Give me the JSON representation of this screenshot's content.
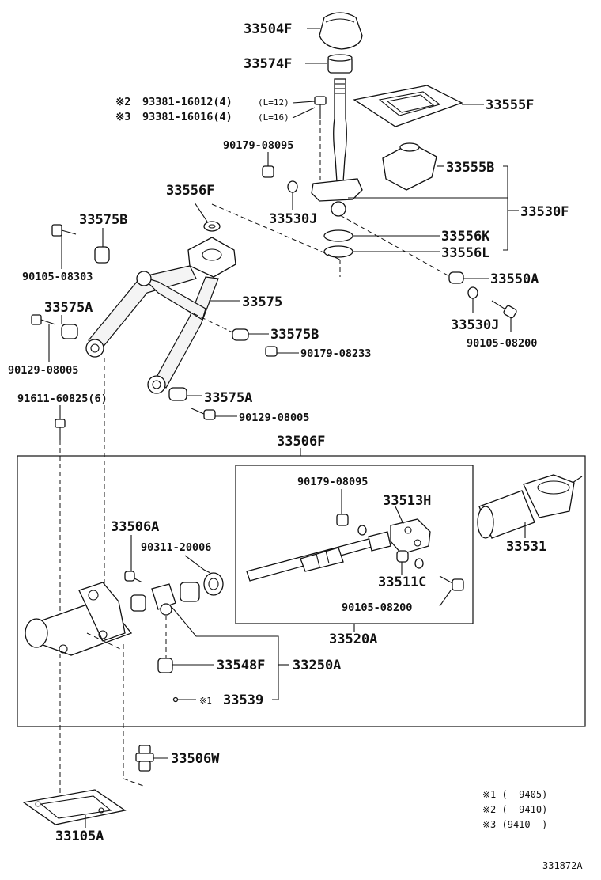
{
  "labels": {
    "p33504F": "33504F",
    "p33574F": "33574F",
    "p33555F": "33555F",
    "p33555B": "33555B",
    "p33530F": "33530F",
    "p33556K": "33556K",
    "p33556L": "33556L",
    "p33530J_top": "33530J",
    "p33530J_right": "33530J",
    "p33550A": "33550A",
    "p90105_08200_top": "90105-08200",
    "p33556F": "33556F",
    "p90179_08095_top": "90179-08095",
    "p33575B_top": "33575B",
    "p90105_08303": "90105-08303",
    "p33575": "33575",
    "p33575A_left": "33575A",
    "p33575B_mid": "33575B",
    "p90179_08233": "90179-08233",
    "p90129_08005_left": "90129-08005",
    "p33575A_mid": "33575A",
    "p90129_08005_mid": "90129-08005",
    "p91611_60825": "91611-60825(6)",
    "p33506F": "33506F",
    "p90179_08095_box": "90179-08095",
    "p33513H": "33513H",
    "p33531": "33531",
    "p33506A": "33506A",
    "p90311_20006": "90311-20006",
    "p33511C": "33511C",
    "p90105_08200_box": "90105-08200",
    "p33520A": "33520A",
    "p33548F": "33548F",
    "p33250A": "33250A",
    "p33539": "33539",
    "p33506W": "33506W",
    "p33105A": "33105A"
  },
  "bolt_notes": {
    "mark2_prefix": "※2",
    "mark2_part": "93381-16012(4)",
    "mark2_len": "(L=12)",
    "mark3_prefix": "※3",
    "mark3_part": "93381-16016(4)",
    "mark3_len": "(L=16)",
    "mark1_prefix": "※1"
  },
  "legend": {
    "row1": "※1 (     -9405)",
    "row2": "※2 (     -9410)",
    "row3": "※3 (9410-     )"
  },
  "figure_id": "331872A"
}
